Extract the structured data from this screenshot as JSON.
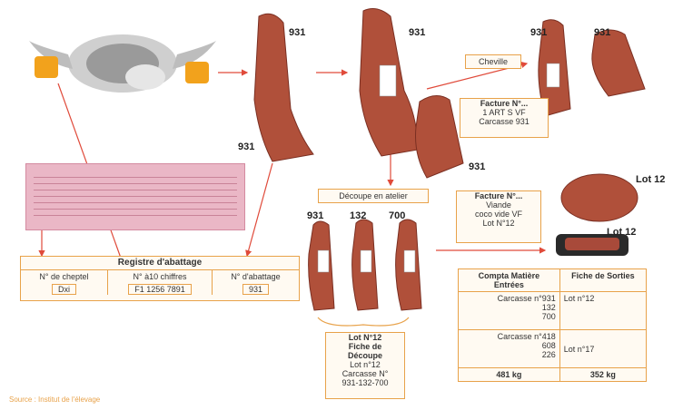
{
  "labels": {
    "n931_a": "931",
    "n931_b": "931",
    "n931_c": "931",
    "n931_d": "931",
    "n931_e": "931",
    "n931_f": "931",
    "n931_g": "931",
    "n132": "132",
    "n700": "700",
    "lot12_a": "Lot 12",
    "lot12_b": "Lot 12"
  },
  "boxes": {
    "chevillard": "Cheville",
    "facture1": [
      "Facture N°...",
      "1 ART S VF",
      "Carcasse 931"
    ],
    "decoupe": "Découpe en atelier",
    "facture2": [
      "Facture N°...",
      "Viande",
      "coco vide VF",
      "Lot N°12"
    ],
    "fiche": [
      "Lot N°12",
      "Fiche de",
      "Découpe",
      "Lot n°12",
      "Carcasse N°",
      "931-132-700"
    ]
  },
  "registre": {
    "title": "Registre d'abattage",
    "cols": [
      {
        "head": "N° de cheptel",
        "value": "Dxi"
      },
      {
        "head": "N° à10 chiffres",
        "value": "F1 1256 7891"
      },
      {
        "head": "N° d'abattage",
        "value": "931"
      }
    ]
  },
  "compta": {
    "headers": [
      "Compta Matière Entrées",
      "Fiche de Sorties"
    ],
    "rows": [
      {
        "left": "Carcasse n°931\n132\n700",
        "right": "Lot n°12"
      },
      {
        "left": "Carcasse n°418\n608\n226",
        "right": "Lot n°17"
      }
    ],
    "totals": [
      "481 kg",
      "352 kg"
    ]
  },
  "source": "Source : Institut de l'élevage",
  "colors": {
    "accent": "#e8a24a",
    "arrow": "#e04a3a",
    "meat": "#b0503a",
    "ear_tag": "#f2a21c"
  }
}
